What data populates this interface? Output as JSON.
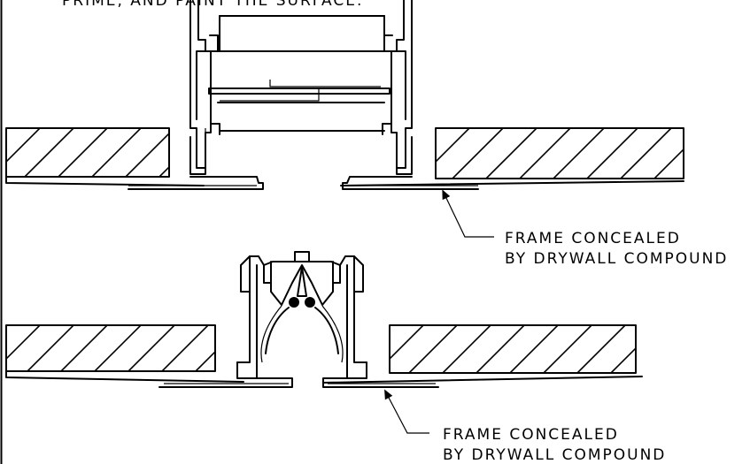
{
  "drawing": {
    "top_note": "PRIME, AND PAINT THE SURFACE.",
    "callout_upper": {
      "line1": "FRAME CONCEALED",
      "line2": "BY DRYWALL COMPOUND"
    },
    "callout_lower": {
      "line1": "FRAME CONCEALED",
      "line2": "BY DRYWALL COMPOUND"
    }
  }
}
